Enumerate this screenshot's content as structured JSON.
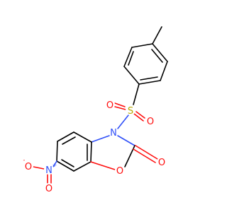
{
  "molecule": {
    "atoms": {
      "n_ring": "N",
      "s_sulfonyl": "S",
      "o_sulfonyl_left": "O",
      "o_sulfonyl_right": "O",
      "o_carbonyl": "O",
      "o_ring": "O",
      "n_nitro": "N",
      "o_nitro_top": "O",
      "o_nitro_bottom": "O"
    },
    "charges": {
      "n_nitro": "+",
      "o_nitro_top": "-"
    },
    "colors": {
      "carbon": "#000000",
      "nitrogen": "#3050f8",
      "oxygen": "#ff0d0d",
      "sulfur": "#b8a800"
    }
  }
}
